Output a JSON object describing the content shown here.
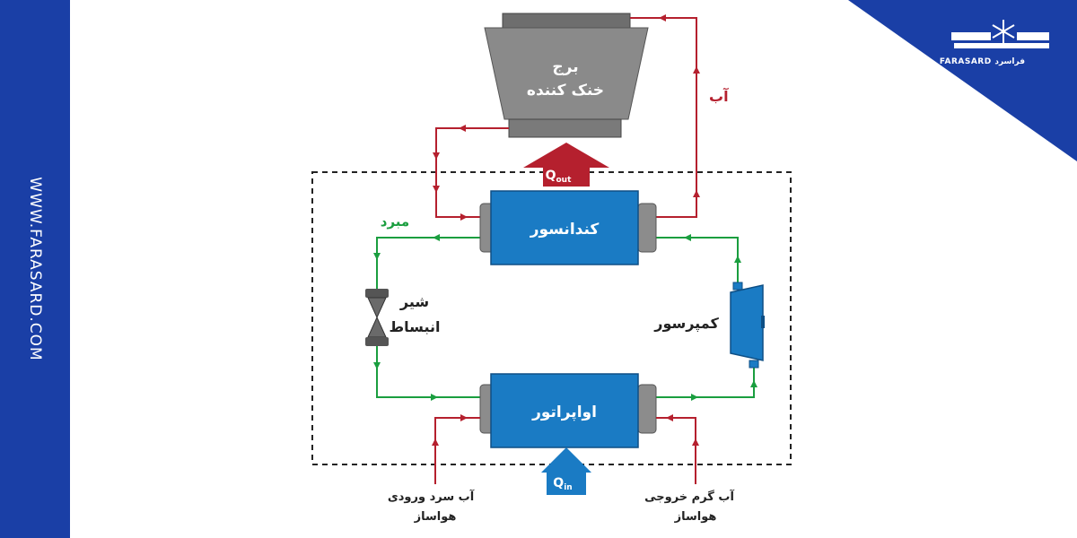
{
  "brand": {
    "website": "WWW.FARASARD.COM",
    "logo_text": "FARASARD",
    "logo_text_fa": "فراسرد",
    "band_color": "#1a3fa6"
  },
  "diagram": {
    "cooling_tower": {
      "line1": "برج",
      "line2": "خنک کننده"
    },
    "water_label": "آب",
    "q_out": {
      "main": "Q",
      "sub": "out"
    },
    "q_in": {
      "main": "Q",
      "sub": "in"
    },
    "condenser": "کندانسور",
    "evaporator": "اواپراتور",
    "refrigerant_label": "مبرد",
    "expansion_valve": {
      "line1": "شیر",
      "line2": "انبساط"
    },
    "compressor": "کمپرسور",
    "cold_water_in": {
      "line1": "آب سرد ورودی",
      "line2": "هواساز"
    },
    "hot_water_out": {
      "line1": "آب گرم خروجی",
      "line2": "هواساز"
    },
    "colors": {
      "water_line": "#b5202e",
      "refrigerant_line": "#1a9e3f",
      "component_blue": "#1a7bc4",
      "q_out_arrow": "#b5202e",
      "q_in_arrow": "#1a7bc4",
      "tower_gray": "#8a8a8a"
    }
  }
}
